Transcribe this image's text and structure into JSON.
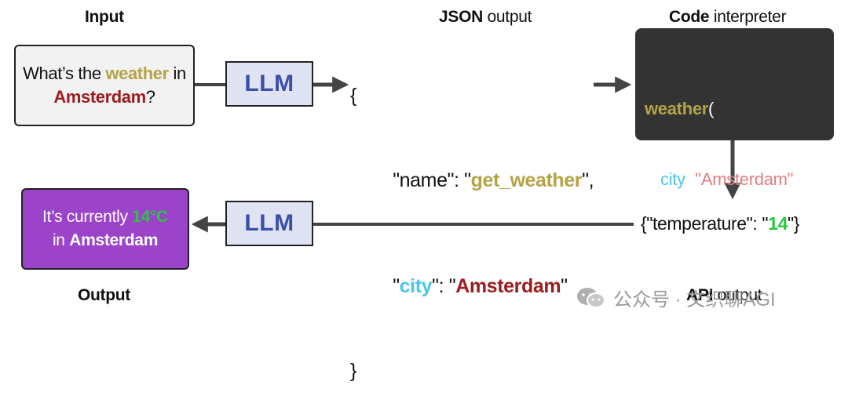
{
  "colors": {
    "highlight_gold": "#b5a347",
    "highlight_red": "#9b1c1c",
    "highlight_cyan": "#4cc6e8",
    "highlight_green": "#27c93f",
    "code_string": "#e08080",
    "llm_fill": "#dfe3f3",
    "llm_text": "#3a4fa8",
    "output_fill": "#9b43c9",
    "code_bg": "#333333",
    "arrow": "#444444"
  },
  "headings": {
    "input": "Input",
    "json_bold": "JSON",
    "json_rest": " output",
    "code_bold": "Code",
    "code_rest": " interpreter",
    "output": "Output",
    "api_bold": "API",
    "api_rest": " output"
  },
  "input_box": {
    "part1": "What’s the ",
    "kw1": "weather",
    "part2": " in",
    "kw2": "Amsterdam",
    "part3": "?"
  },
  "llm": {
    "label": "LLM"
  },
  "json_output": {
    "open": "{",
    "k1_pre": "\"name\": \"",
    "v1": "get_weather",
    "k1_post": "\",",
    "k2_quote1": "\"",
    "k2": "city",
    "k2_mid": "\": \"",
    "v2": "Amsterdam",
    "k2_post": "\"",
    "close": "}"
  },
  "code": {
    "fn": "weather",
    "paren_open": "(",
    "arg": "city",
    "eq": "=",
    "val": "\"Amsterdam\"",
    "paren_close": ")"
  },
  "api_output": {
    "pre": "{\"temperature\": \"",
    "value": "14",
    "post": "\"}"
  },
  "output_box": {
    "part1": "It’s currently ",
    "temp": "14°C",
    "part2": "in ",
    "city": "Amsterdam"
  },
  "watermark": {
    "icon": "wechat-icon",
    "text": "公众号 · 文织聊AGI"
  }
}
